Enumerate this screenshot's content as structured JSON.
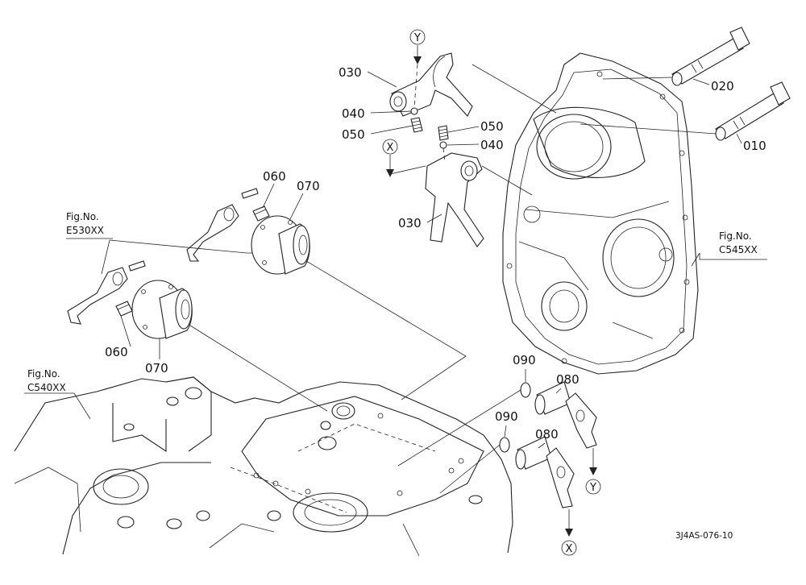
{
  "parts": {
    "p010": "010",
    "p020": "020",
    "p030_top": "030",
    "p030_bottom": "030",
    "p040_top": "040",
    "p040_right": "040",
    "p050_left": "050",
    "p050_right": "050",
    "p060_upper": "060",
    "p060_lower": "060",
    "p070_upper": "070",
    "p070_lower": "070",
    "p080_upper": "080",
    "p080_lower": "080",
    "p090_upper": "090",
    "p090_lower": "090"
  },
  "markers": {
    "y_top": "Y",
    "x_left": "X",
    "y_bottom": "Y",
    "x_bottom": "X"
  },
  "references": {
    "e530": {
      "prefix": "Fig.No.",
      "code": "E530XX"
    },
    "c545": {
      "prefix": "Fig.No.",
      "code": "C545XX"
    },
    "c540": {
      "prefix": "Fig.No.",
      "code": "C540XX"
    }
  },
  "drawing_code": "3J4AS-076-10"
}
